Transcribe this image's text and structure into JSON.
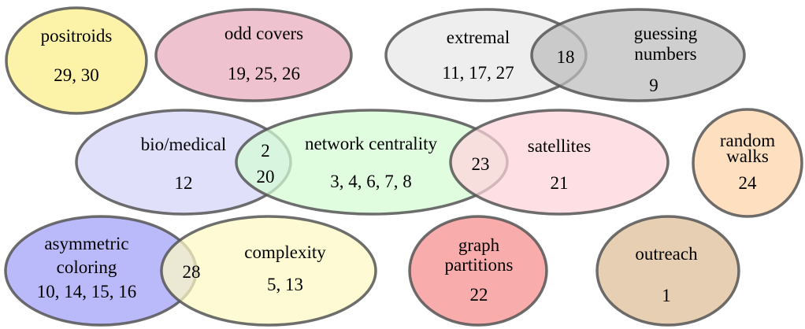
{
  "sets": {
    "positroids": {
      "label": "positroids",
      "items": "29, 30",
      "color": "#fbef86"
    },
    "odd_covers": {
      "label": "odd covers",
      "items": "19, 25, 26",
      "color": "#e9aabd"
    },
    "extremal": {
      "label": "extremal",
      "items": "11, 17, 27",
      "color": "#e8e8e8"
    },
    "guessing_numbers": {
      "label_line1": "guessing",
      "label_line2": "numbers",
      "items": "9",
      "color": "#bdbdbd"
    },
    "bio_medical": {
      "label": "bio/medical",
      "items": "12",
      "color": "#d4d4fa"
    },
    "network_centrality": {
      "label": "network centrality",
      "items": "3, 4, 6, 7, 8",
      "color": "#d4fcd4"
    },
    "satellites": {
      "label": "satellites",
      "items": "21",
      "color": "#fdd3da"
    },
    "random_walks": {
      "label_line1": "random",
      "label_line2": "walks",
      "items": "24",
      "color": "#fdd2a8"
    },
    "asymmetric_coloring": {
      "label_line1": "asymmetric",
      "label_line2": "coloring",
      "items": "10, 14, 15, 16",
      "color": "#a0a0f8"
    },
    "complexity": {
      "label": "complexity",
      "items": "5, 13",
      "color": "#fdfac4"
    },
    "graph_partitions": {
      "label_line1": "graph",
      "label_line2": "partitions",
      "items": "22",
      "color": "#f68c8c"
    },
    "outreach": {
      "label": "outreach",
      "items": "1",
      "color": "#dcbc96"
    }
  },
  "intersections": {
    "extremal_guessing": "18",
    "bio_network_a": "2",
    "bio_network_b": "20",
    "network_satellites": "23",
    "asymmetric_complexity": "28"
  }
}
